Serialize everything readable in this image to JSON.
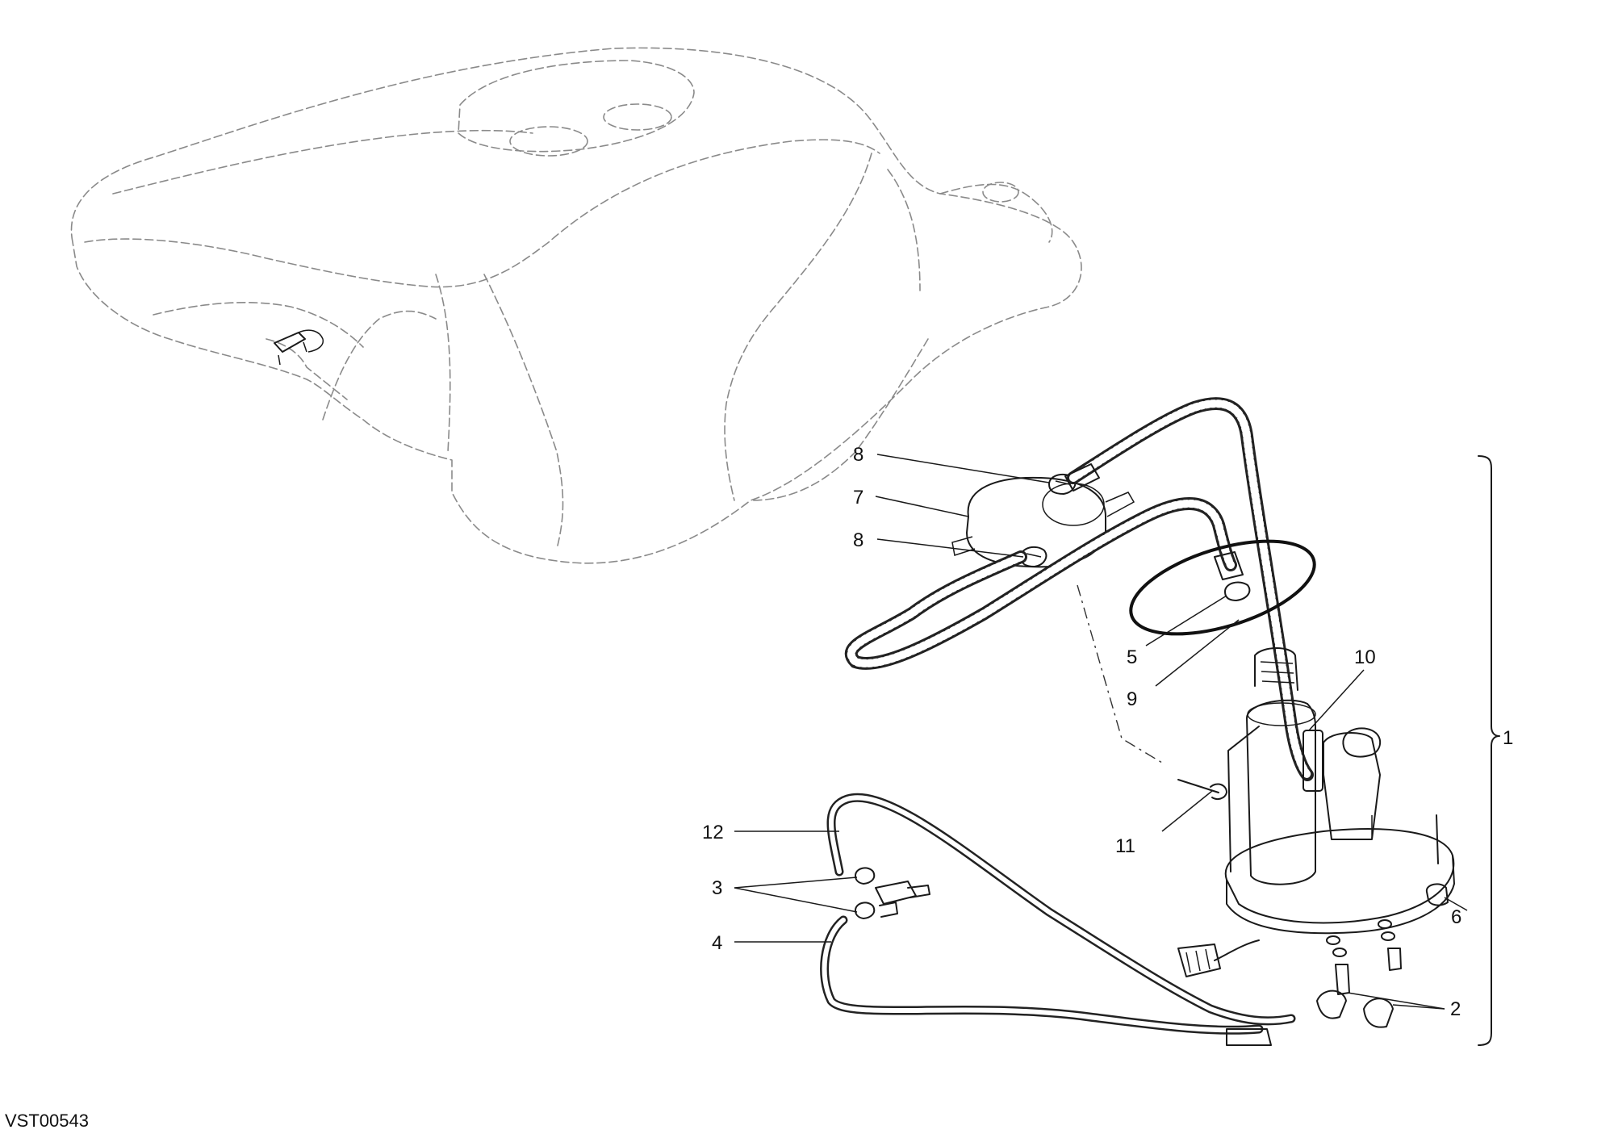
{
  "diagram": {
    "drawing_code": "VST00543",
    "callouts": [
      {
        "id": "c1",
        "label": "1"
      },
      {
        "id": "c2",
        "label": "2"
      },
      {
        "id": "c3",
        "label": "3"
      },
      {
        "id": "c4",
        "label": "4"
      },
      {
        "id": "c5",
        "label": "5"
      },
      {
        "id": "c6",
        "label": "6"
      },
      {
        "id": "c7",
        "label": "7"
      },
      {
        "id": "c8a",
        "label": "8"
      },
      {
        "id": "c8b",
        "label": "8"
      },
      {
        "id": "c9",
        "label": "9"
      },
      {
        "id": "c10",
        "label": "10"
      },
      {
        "id": "c11",
        "label": "11"
      },
      {
        "id": "c12",
        "label": "12"
      }
    ]
  }
}
